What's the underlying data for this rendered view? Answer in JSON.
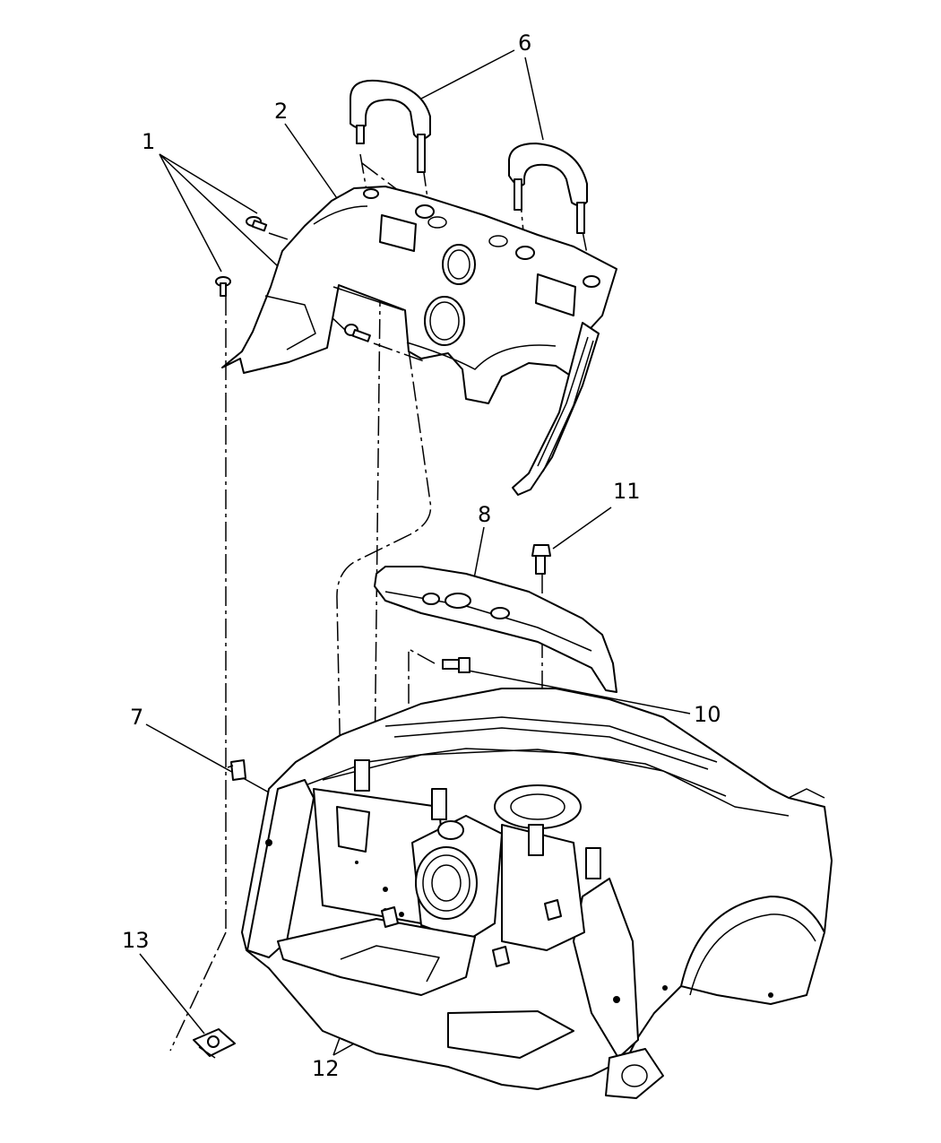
{
  "diagram": {
    "callouts": [
      {
        "id": "c1",
        "label": "1"
      },
      {
        "id": "c2",
        "label": "2"
      },
      {
        "id": "c6",
        "label": "6"
      },
      {
        "id": "c7a",
        "label": "7"
      },
      {
        "id": "c7b",
        "label": "7"
      },
      {
        "id": "c8",
        "label": "8"
      },
      {
        "id": "c10",
        "label": "10"
      },
      {
        "id": "c11",
        "label": "11"
      },
      {
        "id": "c12",
        "label": "12"
      },
      {
        "id": "c13",
        "label": "13"
      }
    ]
  }
}
